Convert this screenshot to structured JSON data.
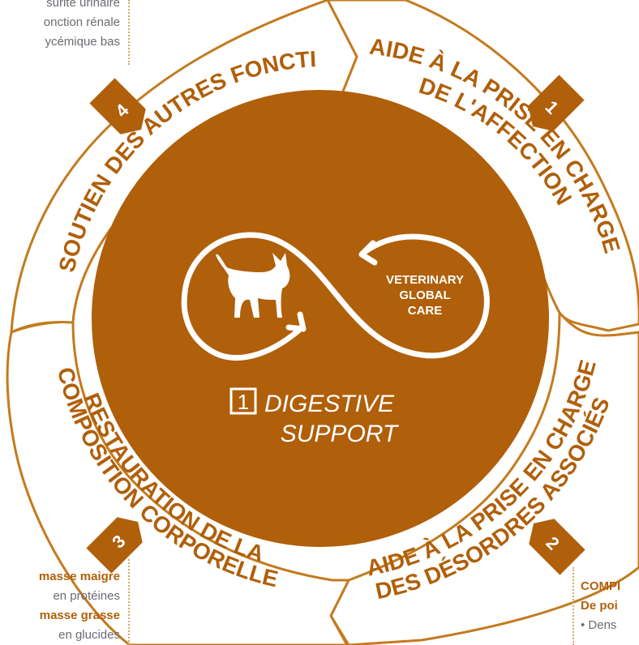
{
  "colors": {
    "brand_brown": "#b05f0a",
    "ring_outline": "#c47a1e",
    "text_grey": "#6b6b72",
    "white": "#ffffff"
  },
  "center": {
    "care_label": [
      "VETERINARY",
      "GLOBAL",
      "CARE"
    ],
    "badge_number": "1",
    "title_line1": "DIGESTIVE",
    "title_line2": "SUPPORT",
    "cat_icon": "walking-cat-icon"
  },
  "segments": [
    {
      "number": "1",
      "label_line1": "AIDE À LA PRISE EN CHARGE",
      "label_line2": "DE L'AFFECTION"
    },
    {
      "number": "2",
      "label_line1": "AIDE À LA PRISE EN CHARGE",
      "label_line2": "DES DÉSORDRES ASSOCIÉS"
    },
    {
      "number": "3",
      "label_line1": "RESTAURATION DE LA",
      "label_line2": "COMPOSITION CORPORELLE"
    },
    {
      "number": "4",
      "label_line1": "SOUTIEN DES AUTRES FONCTIONS",
      "label_line2": ""
    }
  ],
  "side_top_left": [
    "sûrite urinaire",
    "onction rénale",
    "ycémique bas"
  ],
  "side_bottom_left": [
    {
      "text": "masse maigre",
      "style": "orange"
    },
    {
      "text": "en protéines",
      "style": "grey"
    },
    {
      "text": "masse grasse",
      "style": "orange"
    },
    {
      "text": "en glucides",
      "style": "grey"
    }
  ],
  "side_bottom_right": [
    {
      "text": "COMPI",
      "style": "orange"
    },
    {
      "text": "De poi",
      "style": "orange"
    },
    {
      "text": "• Dens",
      "style": "grey"
    }
  ]
}
